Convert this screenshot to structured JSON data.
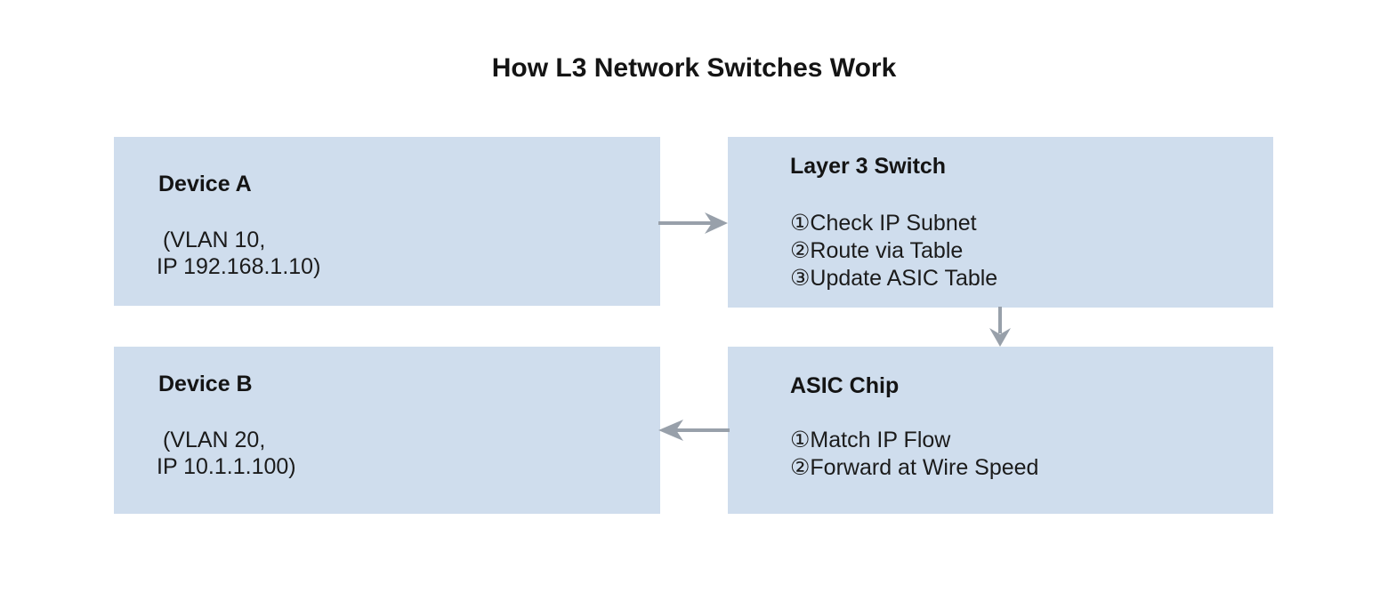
{
  "title": "How L3 Network Switches Work",
  "colors": {
    "background": "#ffffff",
    "box_fill": "#cfdded",
    "arrow": "#98a0aa",
    "text": "#1b1b1b",
    "title_text": "#141414"
  },
  "boxes": {
    "device_a": {
      "title": "Device A",
      "lines": [
        " (VLAN 10,",
        "IP 192.168.1.10)"
      ]
    },
    "layer3_switch": {
      "title": "Layer 3 Switch",
      "lines": [
        "①Check IP Subnet",
        "②Route via Table",
        "③Update ASIC Table"
      ]
    },
    "device_b": {
      "title": "Device B",
      "lines": [
        " (VLAN 20,",
        "IP 10.1.1.100)"
      ]
    },
    "asic_chip": {
      "title": "ASIC Chip",
      "lines": [
        "①Match IP Flow",
        "②Forward at Wire Speed"
      ]
    }
  },
  "arrows": [
    {
      "name": "device-a-to-layer3-switch",
      "direction": "right"
    },
    {
      "name": "layer3-switch-to-asic-chip",
      "direction": "down"
    },
    {
      "name": "asic-chip-to-device-b",
      "direction": "left"
    }
  ]
}
